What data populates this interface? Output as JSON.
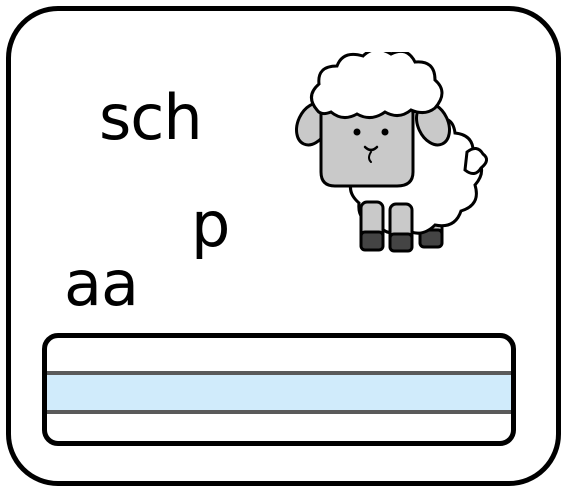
{
  "card": {
    "letters": {
      "sch": "sch",
      "p": "p",
      "aa": "aa"
    },
    "picture": {
      "icon": "sheep-icon"
    },
    "writing_lines": {
      "band_color": "#d0ebfb",
      "line_color": "#5a5a5a"
    }
  }
}
